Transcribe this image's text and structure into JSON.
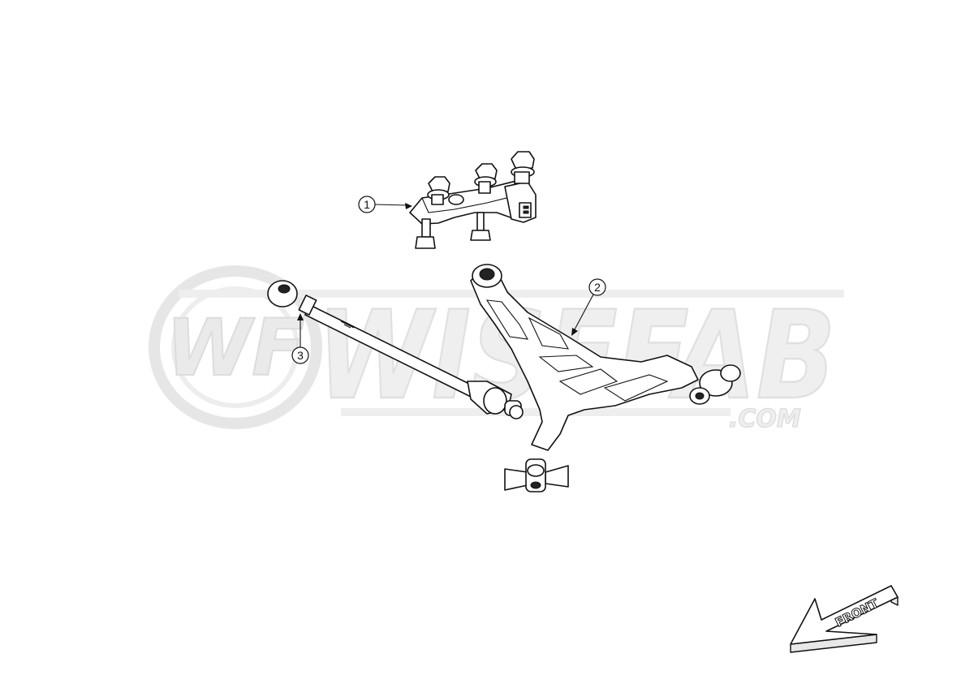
{
  "watermark": {
    "brand": "WISEFAB",
    "domain": ".COM",
    "logo_mark": "WF"
  },
  "callouts": [
    {
      "number": "1",
      "part": "front-knuckle-adapter-assembly"
    },
    {
      "number": "2",
      "part": "lower-control-arm"
    },
    {
      "number": "3",
      "part": "tie-rod"
    }
  ],
  "direction_arrow": {
    "label": "FRONT"
  },
  "colors": {
    "line": "#111111",
    "watermark": "#e9e9e9",
    "background": "#ffffff"
  }
}
